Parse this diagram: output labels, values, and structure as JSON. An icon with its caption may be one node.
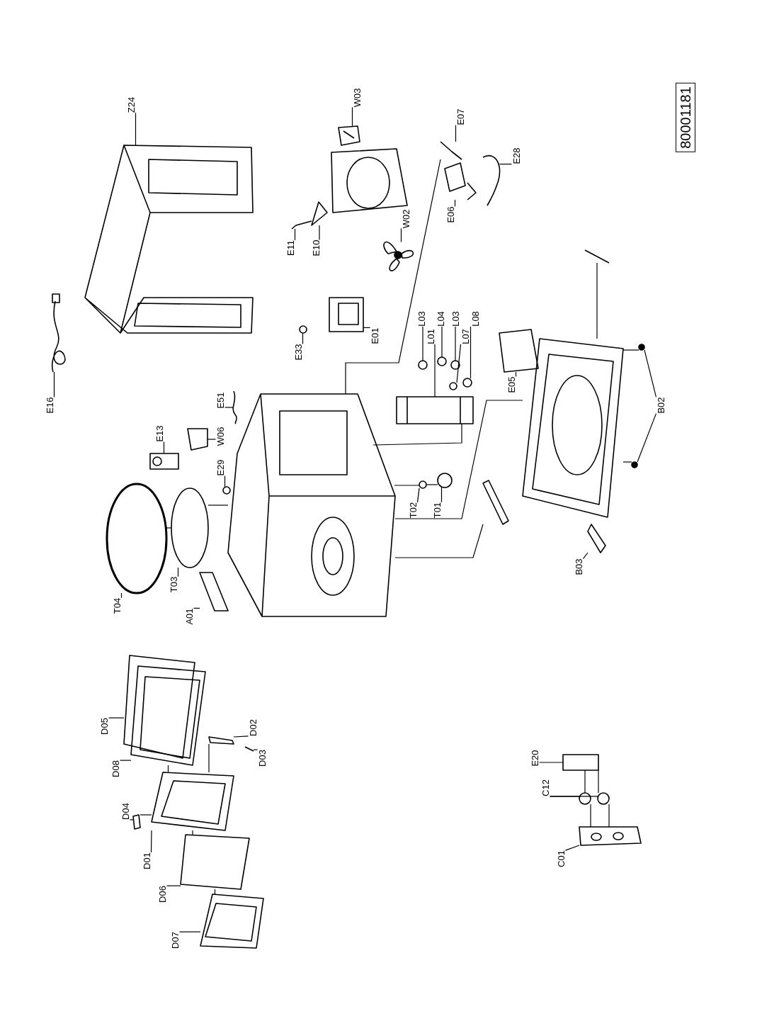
{
  "diagram": {
    "nodes": [
      {
        "text": [
          "Z24"
        ]
      },
      {
        "text": [
          "W03"
        ]
      },
      {
        "text": [
          "E16"
        ]
      },
      {
        "text": [
          "E13"
        ]
      },
      {
        "text": [
          "E51"
        ]
      },
      {
        "text": [
          "W06"
        ]
      },
      {
        "text": [
          "E29"
        ]
      },
      {
        "text": [
          "E33"
        ]
      },
      {
        "text": [
          "E01"
        ]
      },
      {
        "text": [
          "E11"
        ]
      },
      {
        "text": [
          "E10"
        ]
      },
      {
        "text": [
          "W02"
        ]
      },
      {
        "text": [
          "E07"
        ]
      },
      {
        "text": [
          "E06"
        ]
      },
      {
        "text": [
          "E28"
        ]
      },
      {
        "text": [
          "L03"
        ]
      },
      {
        "text": [
          "L01"
        ]
      },
      {
        "text": [
          "L04"
        ]
      },
      {
        "text": [
          "L03"
        ]
      },
      {
        "text": [
          "L07"
        ]
      },
      {
        "text": [
          "L08"
        ]
      },
      {
        "text": [
          "E05"
        ]
      },
      {
        "text": [
          "B02"
        ]
      },
      {
        "text": [
          "T02"
        ]
      },
      {
        "text": [
          "T01"
        ]
      },
      {
        "text": [
          "B03"
        ]
      },
      {
        "text": [
          "T04"
        ]
      },
      {
        "text": [
          "T03"
        ]
      },
      {
        "text": [
          "A01"
        ]
      },
      {
        "text": [
          "D05"
        ]
      },
      {
        "text": [
          "D08"
        ]
      },
      {
        "text": [
          "D02"
        ]
      },
      {
        "text": [
          "D03"
        ]
      },
      {
        "text": [
          "D04"
        ]
      },
      {
        "text": [
          "D01"
        ]
      },
      {
        "text": [
          "D06"
        ]
      },
      {
        "text": [
          "D07"
        ]
      },
      {
        "text": [
          "E20"
        ]
      },
      {
        "text": [
          "C12"
        ]
      },
      {
        "text": [
          "C01"
        ]
      },
      {
        "text": [
          "80001181"
        ]
      },
      {
        "text": [],
        "shape": "picture"
      },
      {
        "text": [],
        "shape": "picture"
      },
      {
        "text": [],
        "shape": "picture"
      },
      {
        "text": [],
        "shape": "picture"
      },
      {
        "text": [],
        "shape": "picture"
      },
      {
        "text": [],
        "shape": "picture"
      },
      {
        "text": [],
        "shape": "circle"
      },
      {
        "text": [],
        "shape": "picture"
      },
      {
        "text": [],
        "shape": "picture"
      },
      {
        "text": [],
        "shape": "picture"
      },
      {
        "text": [],
        "shape": "picture"
      },
      {
        "text": [],
        "shape": "picture"
      },
      {
        "text": [],
        "shape": "picture"
      },
      {
        "text": [],
        "shape": "picture"
      },
      {
        "text": [],
        "shape": "picture"
      },
      {
        "text": [],
        "shape": "circle"
      },
      {
        "text": [],
        "shape": "picture"
      },
      {
        "text": [],
        "shape": "circle"
      },
      {
        "text": [],
        "shape": "circle"
      },
      {
        "text": [],
        "shape": "circle"
      },
      {
        "text": [],
        "shape": "circle"
      },
      {
        "text": [],
        "shape": "picture"
      },
      {
        "text": [],
        "shape": "circle"
      },
      {
        "text": [],
        "shape": "circle"
      },
      {
        "text": [],
        "shape": "picture"
      },
      {
        "text": [],
        "shape": "picture"
      },
      {
        "text": [],
        "shape": "picture"
      },
      {
        "text": [],
        "shape": "picture"
      },
      {
        "text": [],
        "shape": "picture"
      },
      {
        "text": [],
        "shape": "picture"
      },
      {
        "text": [],
        "shape": "picture"
      },
      {
        "text": [],
        "shape": "picture"
      },
      {
        "text": [],
        "shape": "picture"
      },
      {
        "text": [],
        "shape": "picture"
      },
      {
        "text": [],
        "shape": "picture"
      },
      {
        "text": [],
        "shape": "picture"
      },
      {
        "text": [],
        "shape": "picture"
      },
      {
        "text": [],
        "shape": "picture"
      },
      {
        "text": [],
        "shape": "picture"
      },
      {
        "text": [],
        "shape": "picture"
      },
      {
        "text": [],
        "shape": "picture"
      },
      {
        "text": [],
        "shape": "picture"
      },
      {
        "text": [],
        "shape": "picture"
      },
      {
        "text": [],
        "shape": "picture"
      },
      {
        "text": [],
        "shape": "picture"
      },
      {
        "text": [],
        "shape": "picture"
      }
    ],
    "edges": [
      {
        "from": 0,
        "to": 41,
        "arrow": "none"
      },
      {
        "from": 1,
        "to": 42,
        "arrow": "none"
      },
      {
        "from": 2,
        "to": 43,
        "arrow": "none"
      },
      {
        "from": 3,
        "to": 44,
        "arrow": "none"
      },
      {
        "from": 4,
        "to": 45,
        "arrow": "none"
      },
      {
        "from": 5,
        "to": 46,
        "arrow": "none"
      },
      {
        "from": 6,
        "to": 47,
        "arrow": "none"
      },
      {
        "from": 7,
        "to": 48,
        "arrow": "none"
      },
      {
        "from": 8,
        "to": 49,
        "arrow": "none"
      },
      {
        "from": 9,
        "to": 50,
        "arrow": "none"
      },
      {
        "from": 10,
        "to": 51,
        "arrow": "none"
      },
      {
        "from": 11,
        "to": 52,
        "arrow": "none"
      },
      {
        "from": 12,
        "to": 53,
        "arrow": "none"
      },
      {
        "from": 13,
        "to": 54,
        "arrow": "none"
      },
      {
        "from": 14,
        "to": 55,
        "arrow": "none"
      },
      {
        "from": 15,
        "to": 56,
        "arrow": "none"
      },
      {
        "from": 16,
        "to": 57,
        "arrow": "none"
      },
      {
        "from": 17,
        "to": 58,
        "arrow": "none"
      },
      {
        "from": 18,
        "to": 59,
        "arrow": "none"
      },
      {
        "from": 19,
        "to": 60,
        "arrow": "none"
      },
      {
        "from": 20,
        "to": 61,
        "arrow": "none"
      },
      {
        "from": 21,
        "to": 62,
        "arrow": "none"
      },
      {
        "from": 22,
        "to": 63,
        "arrow": "none"
      },
      {
        "from": 22,
        "to": 64,
        "arrow": "none"
      },
      {
        "from": 23,
        "to": 65,
        "arrow": "none"
      },
      {
        "from": 24,
        "to": 66,
        "arrow": "none"
      },
      {
        "from": 25,
        "to": 67,
        "arrow": "none"
      },
      {
        "from": 26,
        "to": 68,
        "arrow": "none"
      },
      {
        "from": 27,
        "to": 69,
        "arrow": "none"
      },
      {
        "from": 28,
        "to": 70,
        "arrow": "none"
      },
      {
        "from": 29,
        "to": 71,
        "arrow": "none"
      },
      {
        "from": 30,
        "to": 72,
        "arrow": "none"
      },
      {
        "from": 31,
        "to": 73,
        "arrow": "none"
      },
      {
        "from": 32,
        "to": 74,
        "arrow": "none"
      },
      {
        "from": 33,
        "to": 75,
        "arrow": "none"
      },
      {
        "from": 34,
        "to": 76,
        "arrow": "none"
      },
      {
        "from": 35,
        "to": 77,
        "arrow": "none"
      },
      {
        "from": 36,
        "to": 78,
        "arrow": "none"
      },
      {
        "from": 37,
        "to": 79,
        "arrow": "none"
      },
      {
        "from": 38,
        "to": 80,
        "arrow": "none"
      },
      {
        "from": 38,
        "to": 81,
        "arrow": "none"
      },
      {
        "from": 39,
        "to": 82,
        "arrow": "none"
      },
      {
        "from": 83,
        "to": 53,
        "arrow": "none"
      },
      {
        "from": 57,
        "to": 83,
        "arrow": "none"
      },
      {
        "from": 84,
        "to": 83,
        "arrow": "none"
      },
      {
        "from": 85,
        "to": 83,
        "arrow": "none"
      },
      {
        "from": 65,
        "to": 83,
        "arrow": "none"
      },
      {
        "from": 66,
        "to": 65,
        "arrow": "none"
      },
      {
        "from": 68,
        "to": 69,
        "arrow": "none"
      },
      {
        "from": 69,
        "to": 83,
        "arrow": "none"
      },
      {
        "from": 84,
        "to": 86,
        "arrow": "none"
      },
      {
        "from": 63,
        "to": 84,
        "arrow": "none"
      },
      {
        "from": 64,
        "to": 84,
        "arrow": "none"
      },
      {
        "from": 78,
        "to": 77,
        "arrow": "none"
      },
      {
        "from": 77,
        "to": 76,
        "arrow": "none"
      },
      {
        "from": 76,
        "to": 72,
        "arrow": "none"
      },
      {
        "from": 73,
        "to": 76,
        "arrow": "none"
      },
      {
        "from": 75,
        "to": 76,
        "arrow": "none"
      },
      {
        "from": 79,
        "to": 80,
        "arrow": "none"
      },
      {
        "from": 80,
        "to": 82,
        "arrow": "none"
      },
      {
        "from": 79,
        "to": 81,
        "arrow": "none"
      },
      {
        "from": 81,
        "to": 82,
        "arrow": "none"
      }
    ]
  }
}
